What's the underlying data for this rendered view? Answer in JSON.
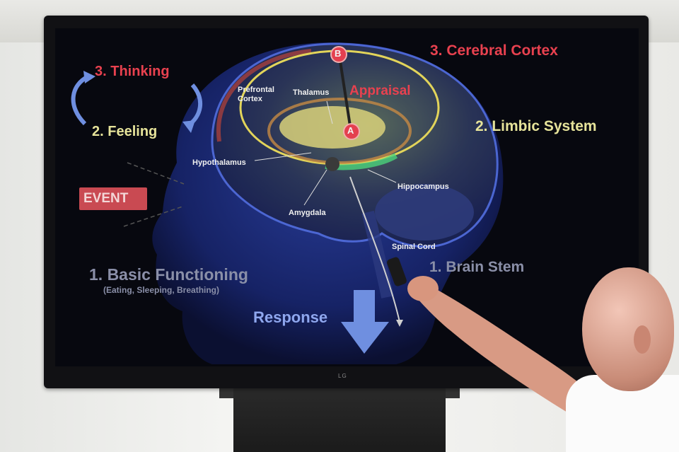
{
  "slide": {
    "thinking": "3. Thinking",
    "feeling": "2. Feeling",
    "event": "EVENT",
    "basic_functioning": "1. Basic Functioning",
    "basic_functioning_sub": "(Eating, Sleeping, Breathing)",
    "response": "Response",
    "cerebral_cortex": "3. Cerebral Cortex",
    "limbic_system": "2. Limbic System",
    "brain_stem": "1. Brain Stem",
    "appraisal": "Appraisal",
    "marker_a": "A",
    "marker_b": "B",
    "prefrontal_cortex": "Prefrontal Cortex",
    "thalamus": "Thalamus",
    "hypothalamus": "Hypothalamus",
    "hippocampus": "Hippocampus",
    "amygdala": "Amygdala",
    "spinal_cord": "Spinal Cord"
  },
  "tv": {
    "brand": "LG"
  },
  "colors": {
    "red_text": "#e8414f",
    "yellow_text": "#e6e39a",
    "arrow_blue": "#6f8fe0"
  }
}
